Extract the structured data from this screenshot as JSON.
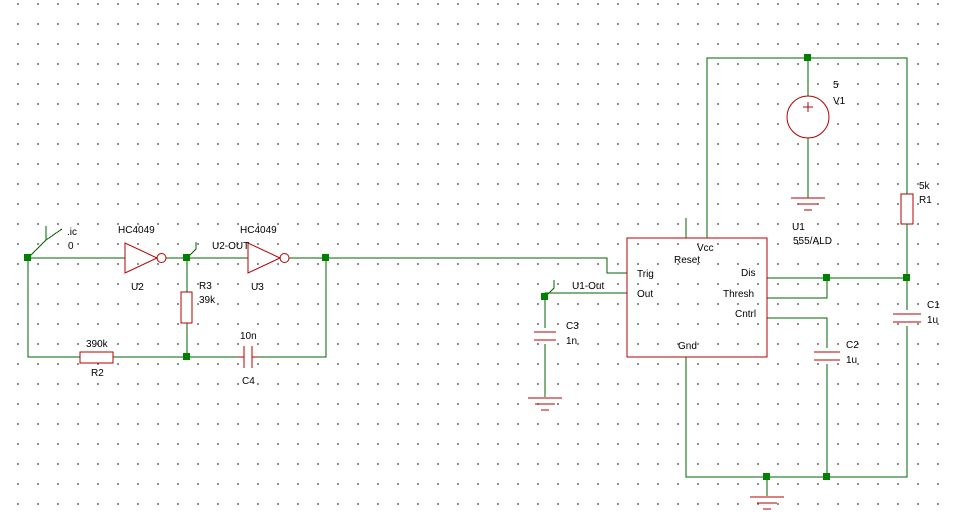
{
  "window": {
    "background": "#ffffff",
    "wire_color": "#006400",
    "component_color": "#b40000",
    "node_color": "#008000"
  },
  "labels": {
    "ic_name": ".ic",
    "ic_value": "0",
    "u2_model": "HC4049",
    "u2_ref": "U2",
    "u3_model": "HC4049",
    "u3_ref": "U3",
    "u2_out_probe": "U2-OUT",
    "r3_ref": "R3",
    "r3_value": "39k",
    "r2_value": "390k",
    "r2_ref": "R2",
    "c4_value": "10n",
    "c4_ref": "C4",
    "u1_out_probe": "U1-Out",
    "c3_ref": "C3",
    "c3_value": "1n",
    "v1_value": "5",
    "v1_ref": "V1",
    "u1_ref": "U1",
    "u1_model": "555/ALD",
    "r1_value": "5k",
    "r1_ref": "R1",
    "c1_ref": "C1",
    "c1_value": "1u",
    "c2_ref": "C2",
    "c2_value": "1u"
  },
  "ic555": {
    "pin_vcc": "Vcc",
    "pin_reset": "Reset",
    "pin_trig": "Trig",
    "pin_out": "Out",
    "pin_dis": "Dis",
    "pin_thresh": "Thresh",
    "pin_cntrl": "Cntrl",
    "pin_gnd": "Gnd"
  }
}
